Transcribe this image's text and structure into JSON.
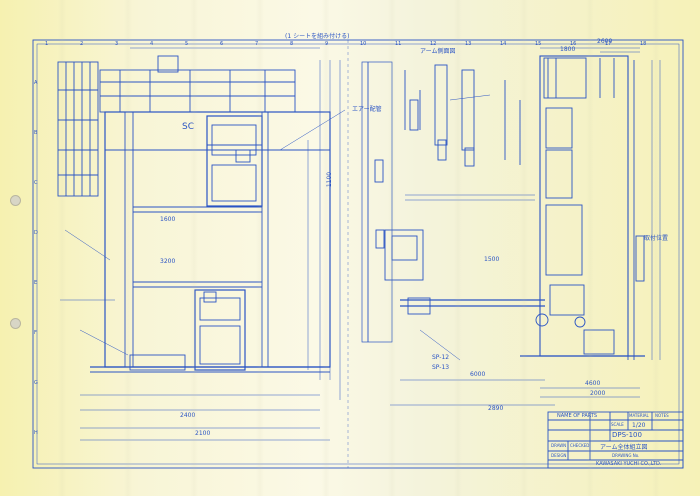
{
  "drawing": {
    "center_top_note": "(1  シートを組み付ける)",
    "left_title": "SC",
    "right_view_label": "アーム側面図",
    "left_grid_numbers": [
      "1",
      "2",
      "3",
      "4",
      "5",
      "6",
      "7",
      "8",
      "9"
    ],
    "right_grid_numbers": [
      "10",
      "11",
      "12",
      "13",
      "14",
      "15",
      "16",
      "17",
      "18"
    ],
    "row_letters": [
      "A",
      "B",
      "C",
      "D",
      "E",
      "F",
      "G",
      "H"
    ],
    "dim_labels": [
      "2600",
      "2400",
      "2100",
      "1600",
      "1800",
      "3200",
      "1500",
      "6000",
      "4600",
      "2890",
      "2000",
      "1100"
    ],
    "note_labels": [
      "エアー配管",
      "SP-12",
      "SP-13",
      "取付位置"
    ]
  },
  "title_block": {
    "name_of_parts_label": "NAME OF PARTS",
    "material_label": "MATERIAL",
    "notes_label": "NOTES",
    "drawing_number": "DPS-100",
    "drawing_title": "アーム全体組立図",
    "scale_label": "SCALE",
    "scale_value": "1/20",
    "drawn_label": "DRAWN",
    "checked_label": "CHECKED",
    "design_label": "DESIGN",
    "date_label": "DRAWING No.",
    "company": "KAWASAKI YUCHI CO.,LTD."
  },
  "colors": {
    "ink": "#2a54c4",
    "paper": "#f8f5d6"
  }
}
